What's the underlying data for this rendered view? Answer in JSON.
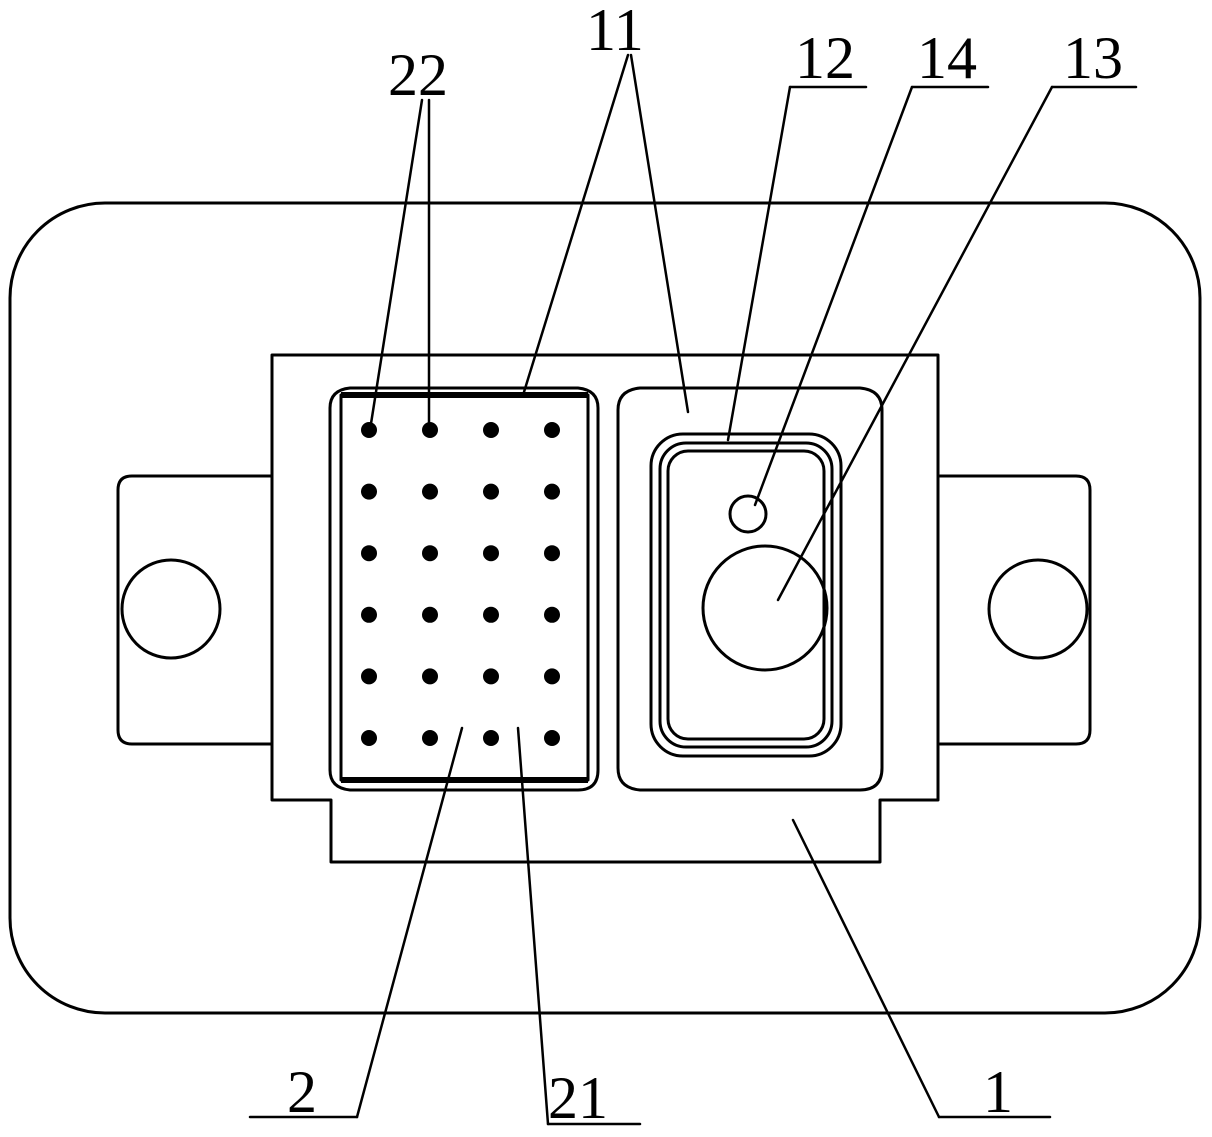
{
  "labels": {
    "housing": "1",
    "insert": "2",
    "cavity": "11",
    "seal_ring": "12",
    "large_contact": "13",
    "small_contact": "14",
    "insert_face": "21",
    "pin_contacts": "22"
  },
  "pin_grid": {
    "rows": 6,
    "columns": 4
  },
  "colors": {
    "stroke": "#000000",
    "background": "#ffffff"
  }
}
